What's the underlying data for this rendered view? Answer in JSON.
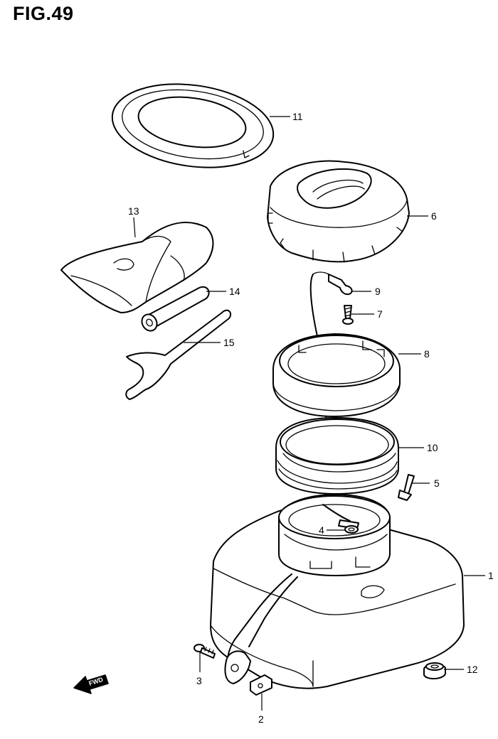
{
  "figure": {
    "title": "FIG.49"
  },
  "callouts": {
    "c1": "1",
    "c2": "2",
    "c3": "3",
    "c4": "4",
    "c5": "5",
    "c6": "6",
    "c7": "7",
    "c8": "8",
    "c9": "9",
    "c10": "10",
    "c11": "11",
    "c12": "12",
    "c13": "13",
    "c14": "14",
    "c15": "15"
  },
  "direction_arrow": {
    "label": "FWD"
  }
}
